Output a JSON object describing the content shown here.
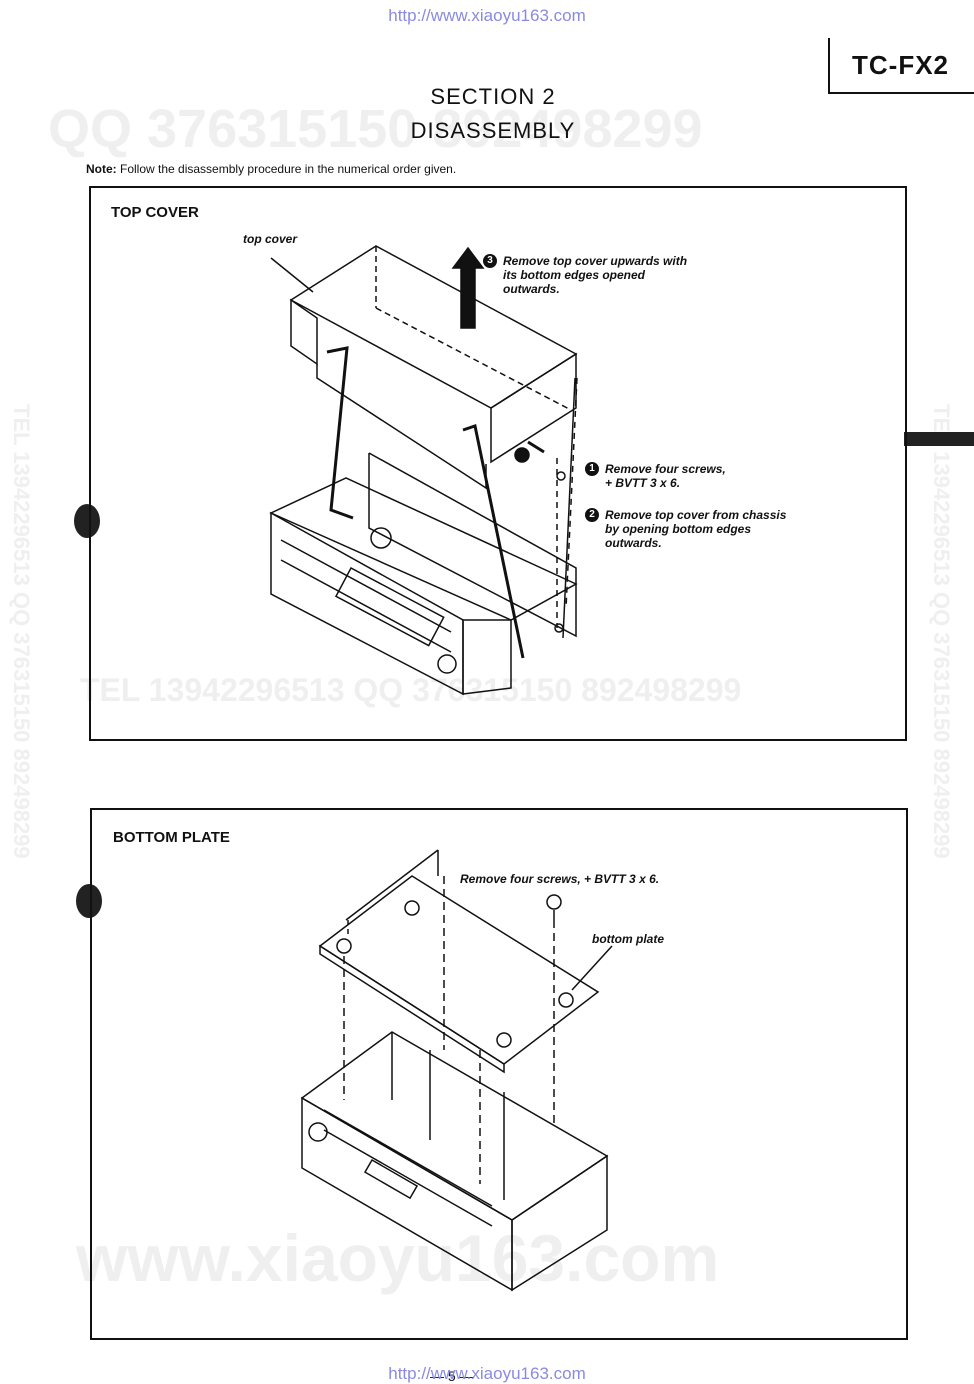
{
  "header": {
    "url_top": "http://www.xiaoyu163.com",
    "model": "TC-FX2",
    "section": "SECTION 2",
    "title": "DISASSEMBLY",
    "note_prefix": "Note:",
    "note_text": "Follow the disassembly procedure in the numerical order given."
  },
  "watermarks": {
    "qq_line": "QQ 376315150 892498299",
    "tel_line": "TEL 13942296513 QQ 376315150 892498299",
    "site": "www.xiaoyu163.com",
    "side_left": "TEL 13942296513 QQ 376315150 892498299",
    "side_right": "TEL 13942296513 QQ 376315150 892498299"
  },
  "top_cover": {
    "title": "TOP COVER",
    "part_label": "top cover",
    "steps": [
      {
        "num": "1",
        "text": "Remove four screws, + BVTT 3 x 6."
      },
      {
        "num": "2",
        "text": "Remove top cover from chassis by opening bottom edges outwards."
      },
      {
        "num": "3",
        "text": "Remove top cover upwards with its bottom edges opened outwards."
      }
    ]
  },
  "bottom_plate": {
    "title": "BOTTOM PLATE",
    "screws_label": "Remove four screws, + BVTT 3 x 6.",
    "part_label": "bottom plate"
  },
  "footer": {
    "page_number": "— 5 —",
    "url_bottom": "http://www.xiaoyu163.com"
  },
  "colors": {
    "ink": "#111111",
    "url": "#8a8ae0",
    "watermark": "#efefef"
  }
}
